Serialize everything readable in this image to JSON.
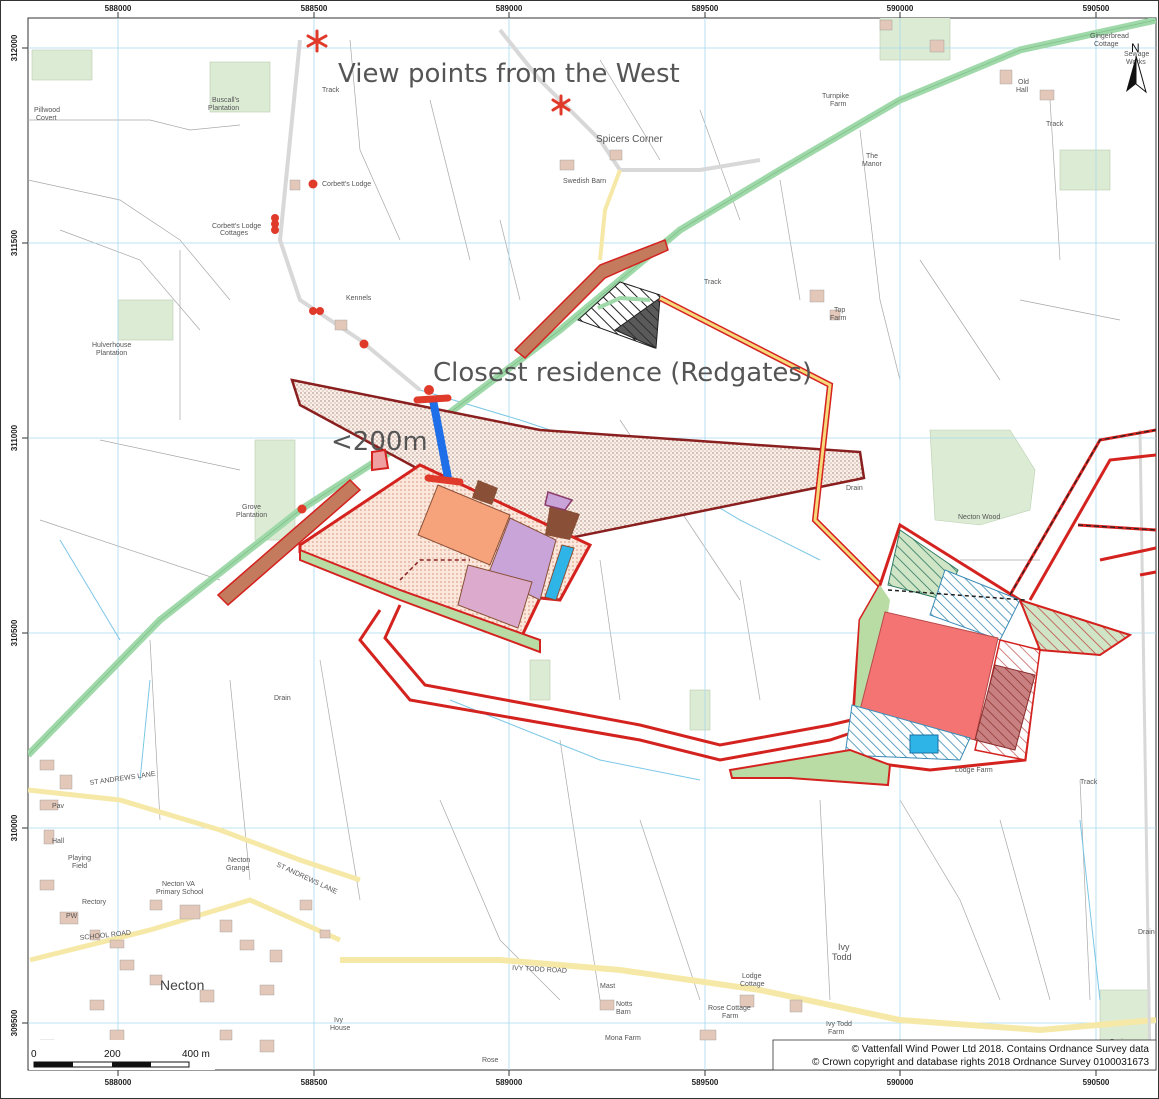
{
  "map": {
    "grid_top_labels": [
      "588000",
      "588500",
      "589000",
      "589500",
      "590000",
      "590500"
    ],
    "grid_bottom_labels": [
      "588000",
      "588500",
      "589000",
      "589500",
      "590000",
      "590500"
    ],
    "grid_left_labels": [
      "312000",
      "311500",
      "311000",
      "310500",
      "310000",
      "309500"
    ],
    "north_label": "N",
    "annotations": {
      "view_points": "View points from the West",
      "closest_residence": "Closest residence (Redgates)",
      "distance": "<200m"
    },
    "place_names": {
      "pillwood": "Pillwood",
      "covert": "Covert",
      "buscalls": "Buscall's",
      "buscalls_plantation": "Plantation",
      "corbetts_lodge": "Corbett's Lodge",
      "corbetts_cottages_1": "Corbett's Lodge",
      "corbetts_cottages_2": "Cottages",
      "kennels": "Kennels",
      "hulverhouse": "Hulverhouse",
      "hulverhouse_plantation": "Plantation",
      "grove": "Grove",
      "grove_plantation": "Plantation",
      "spicers_corner": "Spicers Corner",
      "swedish_barn": "Swedish Barn",
      "turnpike_1": "Turnpike",
      "turnpike_2": "Farm",
      "the_manor_1": "The",
      "the_manor_2": "Manor",
      "old_hall_1": "Old",
      "old_hall_2": "Hall",
      "gingerbread_1": "Gingerbread",
      "gingerbread_2": "Cottage",
      "sewage_1": "Sewage",
      "sewage_2": "Works",
      "top_farm_1": "Top",
      "top_farm_2": "Farm",
      "necton_wood": "Necton Wood",
      "lodge_farm": "Lodge Farm",
      "track": "Track",
      "drain": "Drain",
      "pav": "Pav",
      "hall": "Hall",
      "playing_field_1": "Playing",
      "playing_field_2": "Field",
      "necton_grange_1": "Necton",
      "necton_grange_2": "Grange",
      "school": "Necton VA",
      "school_2": "Primary School",
      "rectory": "Rectory",
      "pw": "PW",
      "necton": "Necton",
      "ivy_house_1": "Ivy",
      "ivy_house_2": "House",
      "ivy_todd_1": "Ivy",
      "ivy_todd_2": "Todd",
      "notts_barn_1": "Notts",
      "notts_barn_2": "Barn",
      "mast": "Mast",
      "lodge_cottage_1": "Lodge",
      "lodge_cottage_2": "Cottage",
      "rose_cottage_1": "Rose Cottage",
      "rose_cottage_2": "Farm",
      "ivy_todd_farm_1": "Ivy Todd",
      "ivy_todd_farm_2": "Farm",
      "mona_farm": "Mona Farm",
      "rose": "Rose",
      "st_andrews_lane": "ST ANDREWS LANE",
      "ivy_todd_road": "IVY TODD ROAD",
      "school_road": "SCHOOL ROAD"
    },
    "scale_bar": {
      "labels": [
        "0",
        "200",
        "400 m"
      ]
    },
    "copyright": {
      "line1": "© Vattenfall Wind Power Ltd 2018. Contains Ordnance Survey data",
      "line2": "© Crown copyright and database rights 2018 Ordnance Survey 0100031673"
    },
    "colors": {
      "boundary_red": "#d4221f",
      "road_green": "#9fd9a9",
      "field_green": "#dcebd4",
      "grid_blue": "#a9d8ee",
      "brown_access": "#c47a5c",
      "orange_block": "#f6a27a",
      "purple_block": "#c9a4d8",
      "pink_block": "#dcaacd",
      "dark_brown": "#8a5037",
      "cyan_block": "#2fb4e8",
      "salmon_block": "#f47474",
      "dark_red_hatch": "#b84a4a",
      "blue_hatch": "#3a8bb5",
      "marker_red": "#e03a2a",
      "dist_blue": "#1e6fe8",
      "track_yellow": "#f5d97a"
    }
  }
}
